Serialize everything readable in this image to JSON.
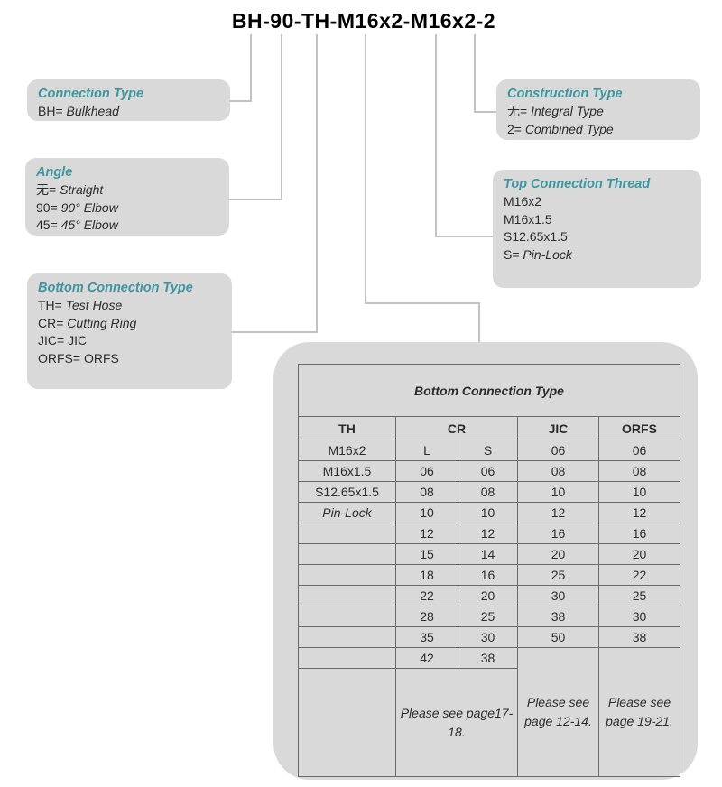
{
  "part_number": "BH-90-TH-M16x2-M16x2-2",
  "colors": {
    "teal": "#3e96a0",
    "box_bg": "#d9d9d9",
    "table_border": "#6a6a6a",
    "connector": "#c2c2c2",
    "text": "#2b2b2b"
  },
  "boxes": {
    "connection_type": {
      "heading": "Connection Type",
      "entries": [
        {
          "code": "BH=",
          "desc": "Bulkhead",
          "italic": true
        }
      ]
    },
    "angle": {
      "heading": "Angle",
      "entries": [
        {
          "code": "无=",
          "desc": "Straight",
          "italic": true
        },
        {
          "code": "90=",
          "desc": "90° Elbow",
          "italic": true
        },
        {
          "code": "45=",
          "desc": "45° Elbow",
          "italic": true
        }
      ]
    },
    "bottom_connection_type": {
      "heading": "Bottom Connection Type",
      "entries": [
        {
          "code": "TH=",
          "desc": "Test Hose",
          "italic": true
        },
        {
          "code": "CR=",
          "desc": "Cutting Ring",
          "italic": true
        },
        {
          "code": "JIC=",
          "desc": "JIC",
          "italic": false
        },
        {
          "code": "ORFS=",
          "desc": "ORFS",
          "italic": false
        }
      ]
    },
    "construction_type": {
      "heading": "Construction Type",
      "entries": [
        {
          "code": "无=",
          "desc": "Integral Type",
          "italic": true
        },
        {
          "code": "2=",
          "desc": "Combined Type",
          "italic": true
        }
      ]
    },
    "top_connection_thread": {
      "heading": "Top Connection Thread",
      "entries": [
        {
          "code": "M16x2",
          "desc": "",
          "italic": false
        },
        {
          "code": "M16x1.5",
          "desc": "",
          "italic": false
        },
        {
          "code": "S12.65x1.5",
          "desc": "",
          "italic": false
        },
        {
          "code": "S=",
          "desc": "Pin-Lock",
          "italic": true
        }
      ]
    }
  },
  "chart_data": {
    "type": "table",
    "title": "Bottom Connection Type",
    "columns": [
      "TH",
      "CR",
      "JIC",
      "ORFS"
    ],
    "rows": [
      {
        "th": "M16x2",
        "th_italic": false,
        "cells": [
          "L",
          "S",
          "06",
          "06"
        ]
      },
      {
        "th": "M16x1.5",
        "th_italic": false,
        "cells": [
          "06",
          "06",
          "08",
          "08"
        ]
      },
      {
        "th": "S12.65x1.5",
        "th_italic": false,
        "cells": [
          "08",
          "08",
          "10",
          "10"
        ]
      },
      {
        "th": "Pin-Lock",
        "th_italic": true,
        "cells": [
          "10",
          "10",
          "12",
          "12"
        ]
      },
      {
        "th": null,
        "cells": [
          "12",
          "12",
          "16",
          "16"
        ]
      },
      {
        "th": null,
        "cells": [
          "15",
          "14",
          "20",
          "20"
        ]
      },
      {
        "th": null,
        "cells": [
          "18",
          "16",
          "25",
          "22"
        ]
      },
      {
        "th": null,
        "cells": [
          "22",
          "20",
          "30",
          "25"
        ]
      },
      {
        "th": null,
        "cells": [
          "28",
          "25",
          "38",
          "30"
        ]
      },
      {
        "th": null,
        "cells": [
          "35",
          "30",
          "50",
          "38"
        ]
      },
      {
        "th": null,
        "cells": [
          "42",
          "38"
        ]
      }
    ],
    "notes": {
      "cr": "Please see page17-18.",
      "jic": "Please see page 12-14.",
      "orfs": "Please see page 19-21."
    }
  }
}
